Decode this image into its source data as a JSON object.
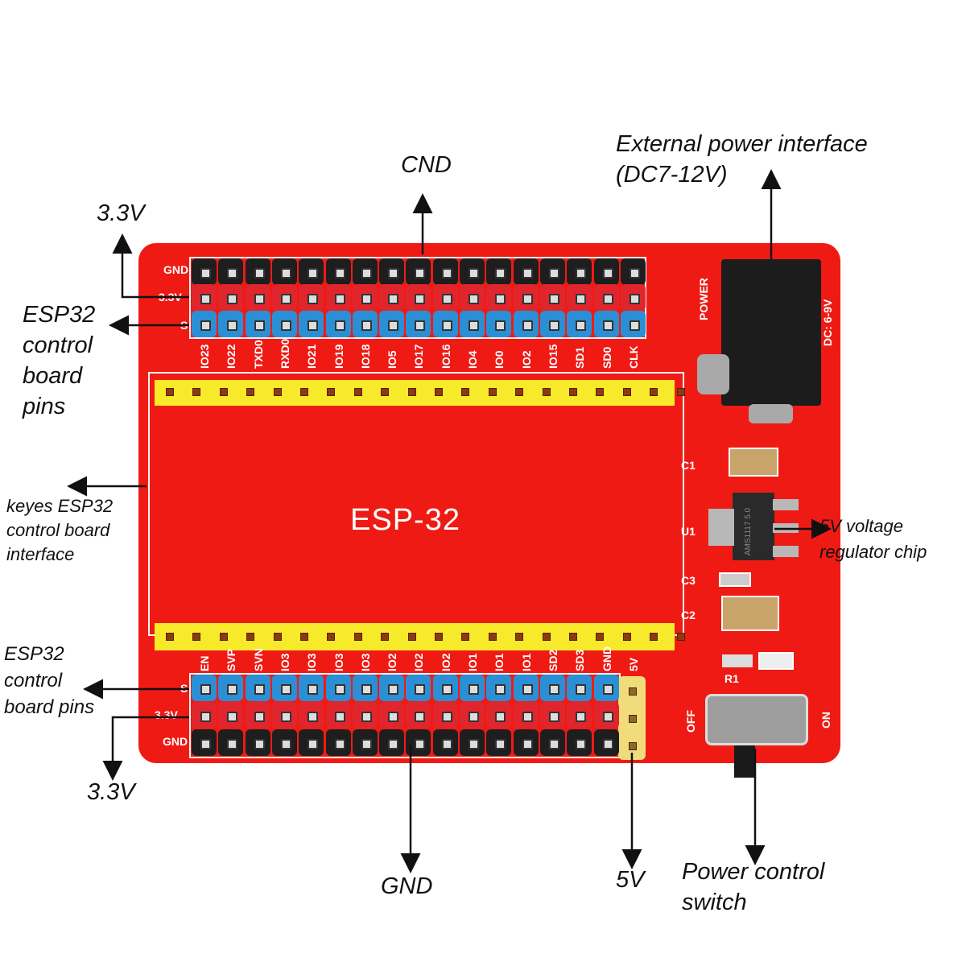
{
  "annotations": {
    "gnd_top": "CND",
    "v33_top": "3.3V",
    "pins_top": "ESP32\ncontrol\nboard\npins",
    "ext_power": "External power interface\n(DC7-12V)",
    "interface": "keyes ESP32\ncontrol board\n interface",
    "regulator": "5V voltage\nregulator chip",
    "pins_bottom": "ESP32\ncontrol\nboard pins",
    "v33_bottom": "3.3V",
    "gnd_bottom": "GND",
    "v5_bottom": "5V",
    "switch": "Power control\n  switch"
  },
  "board": {
    "module_title": "ESP-32",
    "row_labels_top": [
      "GND",
      "3.3V",
      "S"
    ],
    "row_labels_bottom": [
      "S",
      "3.3V",
      "GND"
    ],
    "top_pins": [
      "IO23",
      "IO22",
      "TXD0",
      "RXD0",
      "IO21",
      "IO19",
      "IO18",
      "IO5",
      "IO17",
      "IO16",
      "IO4",
      "IO0",
      "IO2",
      "IO15",
      "SD1",
      "SD0",
      "CLK"
    ],
    "bottom_pins": [
      "EN",
      "SVP",
      "SVN",
      "IO3",
      "IO3",
      "IO3",
      "IO3",
      "IO2",
      "IO2",
      "IO2",
      "IO1",
      "IO1",
      "IO1",
      "SD2",
      "SD3",
      "GND",
      "5V"
    ],
    "power_label": "POWER",
    "dc_label": "DC: 6-9V",
    "components": {
      "c1": "C1",
      "u1": "U1",
      "c3": "C3",
      "c2": "C2",
      "r1": "R1"
    },
    "chip_text": "AMS1117 5.0",
    "switch_off": "OFF",
    "switch_on": "ON"
  },
  "colors": {
    "board": "#f01a14",
    "gnd_row": "#1e1e1e",
    "v33_row": "#e0262c",
    "signal_row": "#2b8fd6",
    "header": "#f6ea2a",
    "power_pins": "#f0dc7a"
  }
}
